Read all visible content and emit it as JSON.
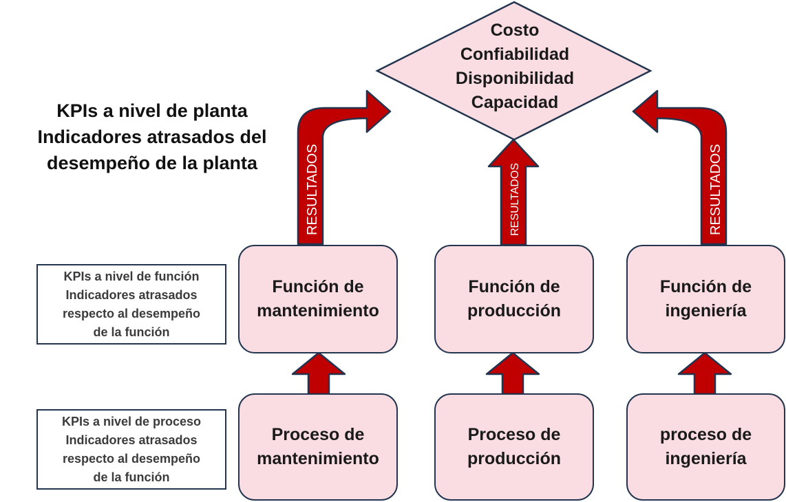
{
  "plant_title": [
    "KPIs a nivel de planta",
    "Indicadores atrasados del",
    "desempeño de la planta"
  ],
  "plant_kpis": [
    "Costo",
    "Confiabilidad",
    "Disponibilidad",
    "Capacidad"
  ],
  "function_label": [
    "KPIs a nivel de función",
    "Indicadores atrasados",
    "respecto al desempeño",
    "de la función"
  ],
  "process_label": [
    "KPIs a nivel de proceso",
    "Indicadores atrasados",
    "respecto al desempeño",
    "de la función"
  ],
  "functions": [
    {
      "lines": [
        "Función de",
        "mantenimiento"
      ]
    },
    {
      "lines": [
        "Función de",
        "producción"
      ]
    },
    {
      "lines": [
        "Función de",
        "ingeniería"
      ]
    }
  ],
  "processes": [
    {
      "lines": [
        "Proceso de",
        "mantenimiento"
      ]
    },
    {
      "lines": [
        "Proceso de",
        "producción"
      ]
    },
    {
      "lines": [
        "proceso de",
        "ingeniería"
      ]
    }
  ],
  "arrow_text": "RESULTADOS",
  "colors": {
    "arrow_fill": "#c00000",
    "arrow_stroke": "#23344e",
    "box_fill": "#f9dde3",
    "box_border": "#23344e"
  }
}
